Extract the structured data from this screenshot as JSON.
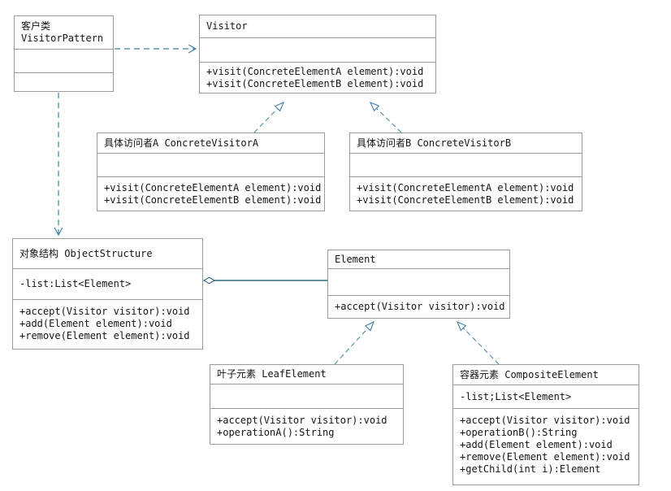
{
  "diagram": {
    "kind": "uml-class-diagram",
    "colors": {
      "background": "#ffffff",
      "box_border": "#9a9a9a",
      "text": "#141414",
      "connector_dashed": "#3f7fa5",
      "connector_solid": "#2d6b80"
    },
    "classes": {
      "client": {
        "name_lines": [
          "客户类",
          "VisitorPattern"
        ],
        "attributes": [],
        "methods": []
      },
      "visitor": {
        "name": "Visitor",
        "attributes": [],
        "methods": [
          "+visit(ConcreteElementA element):void",
          "+visit(ConcreteElementB element):void"
        ]
      },
      "concrete_visitor_a": {
        "name": "具体访问者A ConcreteVisitorA",
        "attributes": [],
        "methods": [
          "+visit(ConcreteElementA element):void",
          "+visit(ConcreteElementB element):void"
        ]
      },
      "concrete_visitor_b": {
        "name": "具体访问者B ConcreteVisitorB",
        "attributes": [],
        "methods": [
          "+visit(ConcreteElementA element):void",
          "+visit(ConcreteElementB element):void"
        ]
      },
      "object_structure": {
        "name": "对象结构 ObjectStructure",
        "attributes": [
          "-list:List<Element>"
        ],
        "methods": [
          "+accept(Visitor visitor):void",
          "+add(Element element):void",
          "+remove(Element element):void"
        ]
      },
      "element": {
        "name": "Element",
        "attributes": [],
        "methods": [
          "+accept(Visitor visitor):void"
        ]
      },
      "leaf_element": {
        "name": "叶子元素 LeafElement",
        "attributes": [],
        "methods": [
          "+accept(Visitor visitor):void",
          "+operationA():String"
        ]
      },
      "composite_element": {
        "name": "容器元素 CompositeElement",
        "attributes": [
          "-list;List<Element>"
        ],
        "methods": [
          "+accept(Visitor visitor):void",
          "+operationB():String",
          "+add(Element element):void",
          "+remove(Element element):void",
          "+getChild(int i):Element"
        ]
      }
    },
    "relationships": [
      {
        "type": "dependency",
        "from": "客户类 VisitorPattern",
        "to": "Visitor",
        "line": "dashed",
        "head": "open-arrow"
      },
      {
        "type": "dependency",
        "from": "客户类 VisitorPattern",
        "to": "对象结构 ObjectStructure",
        "line": "dashed",
        "head": "open-arrow"
      },
      {
        "type": "generalization",
        "from": "具体访问者A ConcreteVisitorA",
        "to": "Visitor",
        "line": "dashed",
        "head": "hollow-triangle"
      },
      {
        "type": "generalization",
        "from": "具体访问者B ConcreteVisitorB",
        "to": "Visitor",
        "line": "dashed",
        "head": "hollow-triangle"
      },
      {
        "type": "aggregation",
        "from": "对象结构 ObjectStructure",
        "to": "Element",
        "line": "solid",
        "head": "open-diamond"
      },
      {
        "type": "generalization",
        "from": "叶子元素 LeafElement",
        "to": "Element",
        "line": "dashed",
        "head": "hollow-triangle"
      },
      {
        "type": "generalization",
        "from": "容器元素 CompositeElement",
        "to": "Element",
        "line": "dashed",
        "head": "hollow-triangle"
      }
    ]
  }
}
